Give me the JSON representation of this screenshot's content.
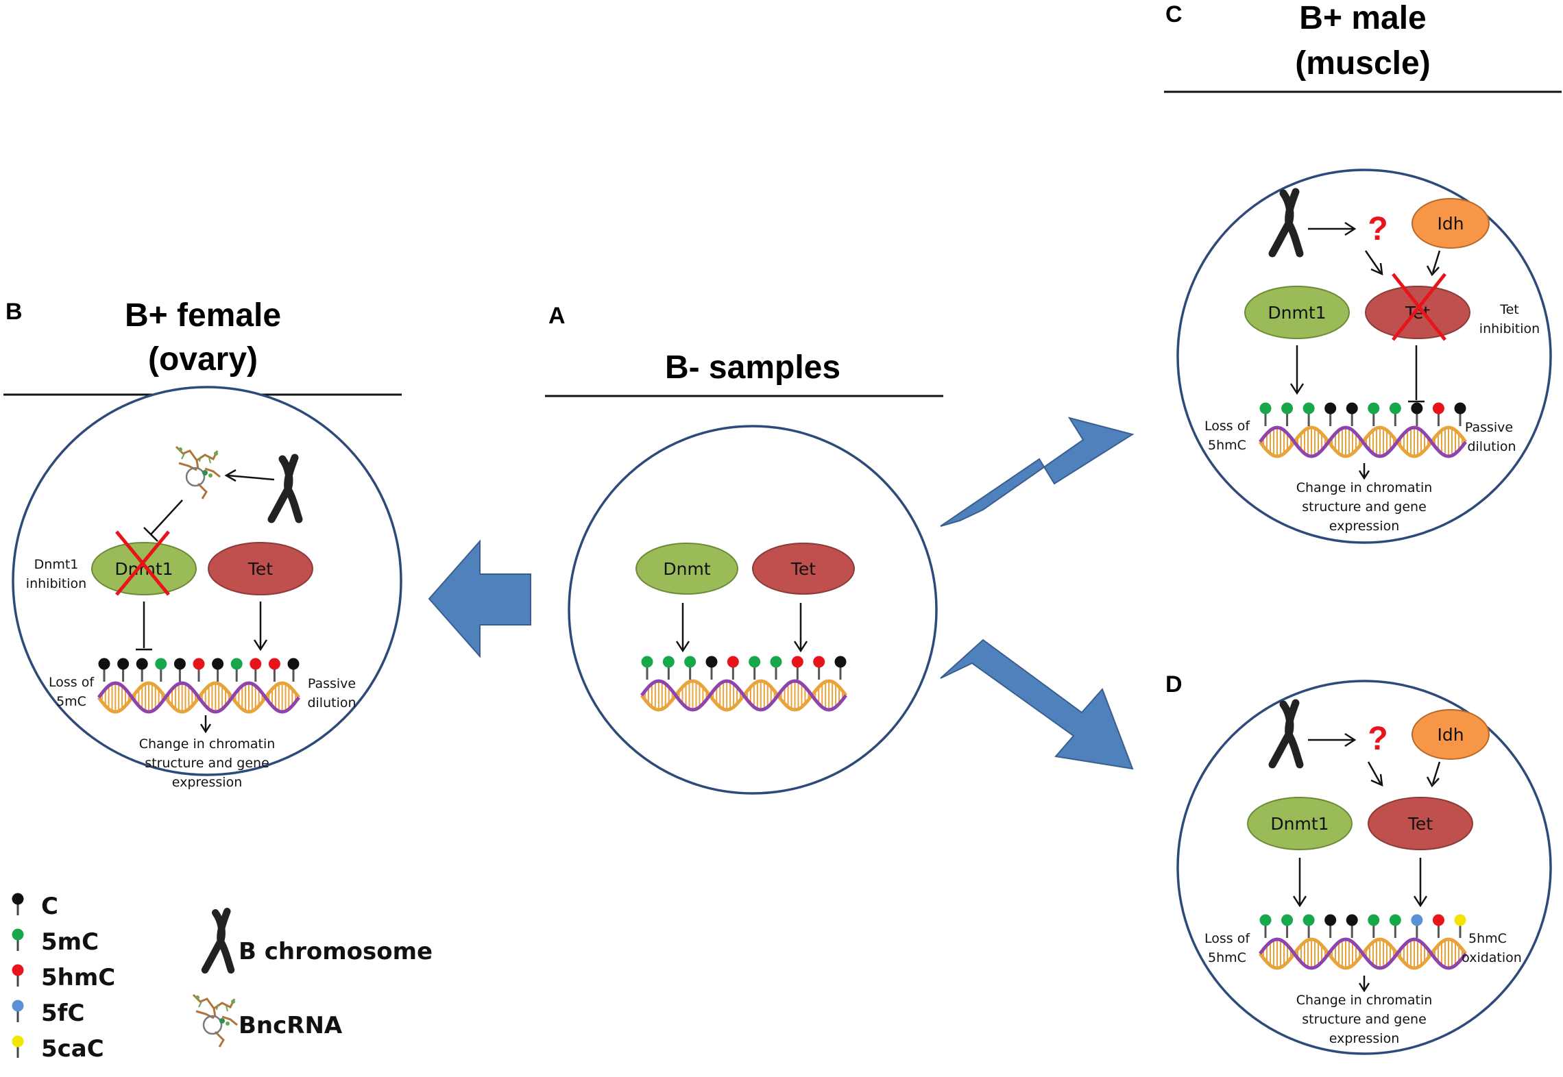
{
  "panels": {
    "A": {
      "letter": "A",
      "title": "B- samples",
      "enzyme1": "Dnmt",
      "enzyme2": "Tet"
    },
    "B": {
      "letter": "B",
      "title_line1": "B+ female",
      "title_line2": "(ovary)",
      "enzyme1": "Dnmt1",
      "enzyme2": "Tet",
      "left_label_1": "Dnmt1",
      "left_label_2": "inhibition",
      "loss_1": "Loss of",
      "loss_2": "5mC",
      "right_1": "Passive",
      "right_2": "dilution",
      "change_1": "Change in chromatin",
      "change_2": "structure and gene",
      "change_3": "expression"
    },
    "C": {
      "letter": "C",
      "title_line1": "B+ male",
      "title_line2": "(muscle)",
      "question": "?",
      "idh": "Idh",
      "enzyme1": "Dnmt1",
      "enzyme2": "Tet",
      "right_label_1": "Tet",
      "right_label_2": "inhibition",
      "loss_1": "Loss of",
      "loss_2": "5hmC",
      "right_1": "Passive",
      "right_2": "dilution",
      "change_1": "Change in chromatin",
      "change_2": "structure and gene",
      "change_3": "expression"
    },
    "D": {
      "letter": "D",
      "question": "?",
      "idh": "Idh",
      "enzyme1": "Dnmt1",
      "enzyme2": "Tet",
      "loss_1": "Loss of",
      "loss_2": "5hmC",
      "right_1": "5hmC",
      "right_2": "oxidation",
      "change_1": "Change in chromatin",
      "change_2": "structure and gene",
      "change_3": "expression"
    }
  },
  "legend": {
    "marks": [
      {
        "label": "C",
        "color": "#111111"
      },
      {
        "label": "5mC",
        "color": "#17a84b"
      },
      {
        "label": "5hmC",
        "color": "#e8141b"
      },
      {
        "label": "5fC",
        "color": "#5b8fd6"
      },
      {
        "label": "5caC",
        "color": "#f2e600"
      }
    ],
    "b_chromosome": "B chromosome",
    "bncrna": "BncRNA"
  },
  "colors": {
    "circle_stroke": "#2e4a7a",
    "arrow_fill": "#4f81bd",
    "green_ellipse": "#9bbb59",
    "red_ellipse": "#c0504d",
    "orange_ellipse": "#f79646",
    "dna_purple": "#8e44ad",
    "dna_orange": "#e8a33b"
  }
}
